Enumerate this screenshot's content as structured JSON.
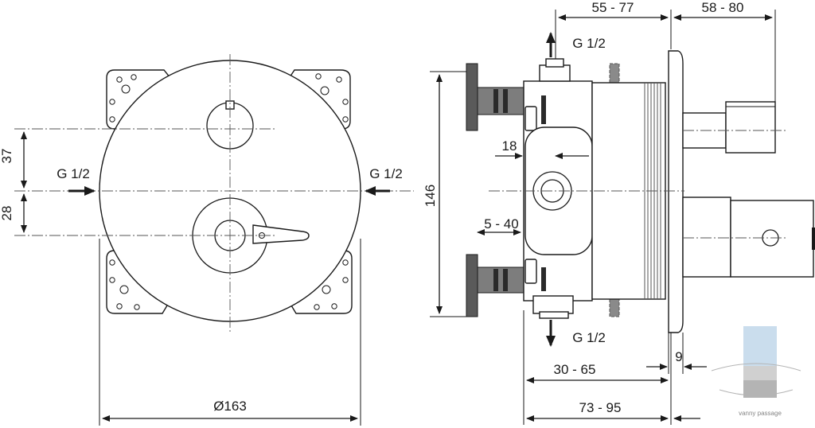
{
  "front_view": {
    "dim_top_offset": "37",
    "dim_bottom_offset": "28",
    "inlet_left_label": "G 1/2",
    "inlet_right_label": "G 1/2",
    "diameter_label": "Ø163"
  },
  "side_view": {
    "dim_depth_top": "55 - 77",
    "dim_handle_projection": "58 - 80",
    "outlet_top_label": "G 1/2",
    "outlet_bottom_label": "G 1/2",
    "dim_height": "146",
    "dim_port_offset": "18",
    "dim_wall_range": "5 - 40",
    "dim_plate_thickness": "9",
    "dim_body_depth": "30 - 65",
    "dim_total_depth": "73 - 95"
  },
  "watermark": {
    "brand_text": "vanny passage"
  },
  "colors": {
    "line": "#1a1a1a",
    "dark_fill": "#5a5a5a",
    "hatch_fill": "#8a8a8a",
    "watermark_blue": "#9fc3e0"
  }
}
